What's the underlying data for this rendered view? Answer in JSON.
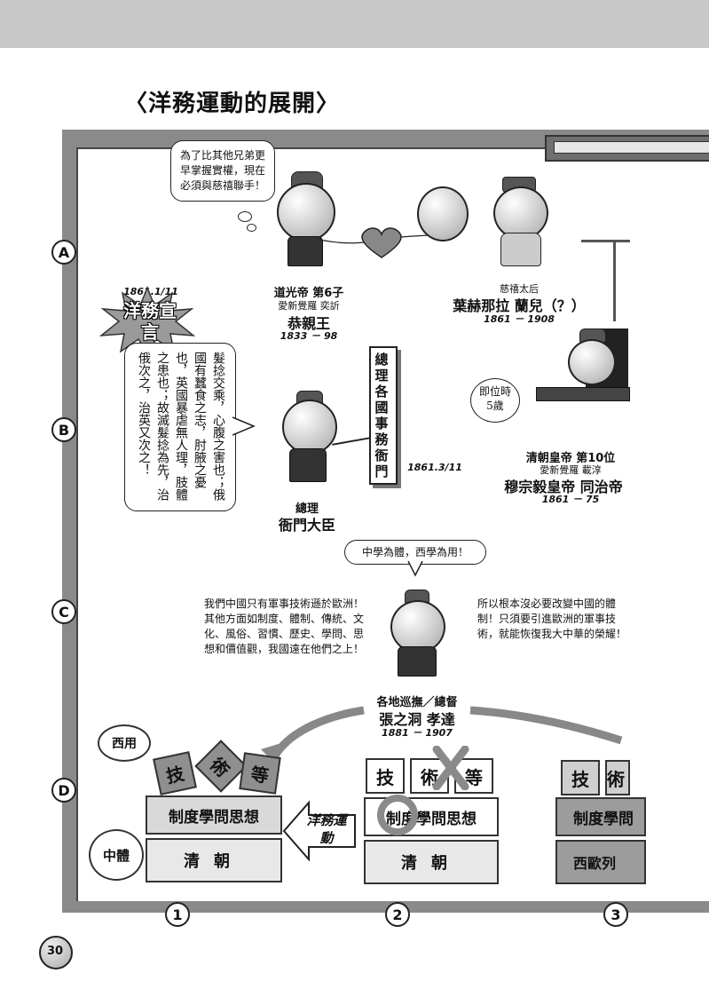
{
  "page": {
    "title": "〈洋務運動的展開〉",
    "page_number": "30"
  },
  "rows": [
    "A",
    "B",
    "C",
    "D"
  ],
  "cols": [
    "1",
    "2",
    "3"
  ],
  "gong": {
    "bubble": "為了比其他兄弟更早掌握實權，現在必須與慈禧聯手！",
    "line1": "道光帝 第6子",
    "line2": "愛新覺羅 奕訢",
    "name": "恭親王",
    "years": "1833 － 98"
  },
  "cixi": {
    "line1": "慈禧太后",
    "name": "葉赫那拉 蘭兒（？）",
    "years": "1861 － 1908"
  },
  "tongzhi": {
    "bubble": "即位時\n5歲",
    "line1": "清朝皇帝 第10位",
    "line2": "愛新覺羅 載淳",
    "name": "穆宗毅皇帝 同治帝",
    "years": "1861 － 75"
  },
  "declaration": {
    "date": "1861.1/11",
    "stamp": "洋務宣言",
    "text": "髮捻交乘，心腹之害也；俄國有蠶食之志，肘腋之憂也，英國暴虐無人理，肢體之患也；故滅髮捻為先，治俄次之，治英又次之！"
  },
  "zongli": {
    "sign": "總理各國事務衙門",
    "date": "1861.3/11",
    "line1": "總理",
    "name": "衙門大臣"
  },
  "zhang": {
    "top_bubble": "中學為體，西學為用！",
    "left_text": "我們中國只有軍事技術遜於歐洲！其他方面如制度、體制、傳統、文化、風俗、習慣、歷史、學問、思想和價值觀，我國遠在他們之上！",
    "right_text": "所以根本沒必要改變中國的體制！只須要引進歐洲的軍事技術，就能恢復我大中華的榮耀！",
    "line1": "各地巡撫／總督",
    "name": "張之洞 孝達",
    "years": "1881 － 1907"
  },
  "diagram": {
    "xiyong": "西用",
    "zhongti": "中體",
    "tiles": [
      "技",
      "術",
      "等"
    ],
    "top_block": "制度學問思想",
    "bottom_block": "清朝",
    "arrow_label": "洋務運動",
    "col3_top": "制度學問",
    "col3_bottom": "西歐列"
  }
}
